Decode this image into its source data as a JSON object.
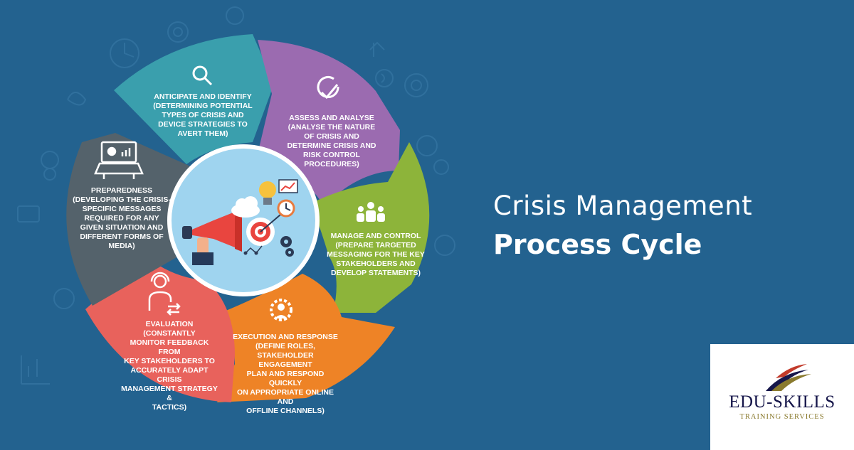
{
  "colors": {
    "background": "#23628f",
    "anticipate": "#3a9fad",
    "assess": "#9b6bb0",
    "manage": "#8db43a",
    "execution": "#ee8326",
    "evaluation": "#e8625c",
    "preparedness": "#54626b",
    "center": "#9fd4ef"
  },
  "title": {
    "line1": "Crisis Management",
    "line2": "Process Cycle"
  },
  "segments": [
    {
      "id": "anticipate",
      "icon": "magnifier-icon",
      "text": "ANTICIPATE AND IDENTIFY\n(DETERMINING POTENTIAL\nTYPES OF CRISIS AND\nDEVICE STRATEGIES TO\nAVERT THEM)"
    },
    {
      "id": "assess",
      "icon": "checkmark-cycle-icon",
      "text": "ASSESS AND ANALYSE\n(ANALYSE THE NATURE\nOF CRISIS AND\nDETERMINE CRISIS AND\nRISK CONTROL\nPROCEDURES)"
    },
    {
      "id": "manage",
      "icon": "team-icon",
      "text": "MANAGE AND CONTROL\n(PREPARE TARGETED\nMESSAGING FOR THE KEY\nSTAKEHOLDERS AND\nDEVELOP STATEMENTS)"
    },
    {
      "id": "execution",
      "icon": "gear-person-icon",
      "text": "EXECUTION AND RESPONSE\n(DEFINE ROLES,\nSTAKEHOLDER ENGAGEMENT\nPLAN AND RESPOND QUICKLY\nON APPROPRIATE ONLINE AND\nOFFLINE CHANNELS)"
    },
    {
      "id": "evaluation",
      "icon": "headset-person-icon",
      "text": "EVALUATION (CONSTANTLY\nMONITOR FEEDBACK FROM\nKEY STAKEHOLDERS TO\nACCURATELY ADAPT CRISIS\nMANAGEMENT STRATEGY &\nTACTICS)"
    },
    {
      "id": "preparedness",
      "icon": "laptop-chart-icon",
      "text": "PREPAREDNESS\n(DEVELOPING THE CRISIS-\nSPECIFIC MESSAGES\nREQUIRED FOR ANY\nGIVEN SITUATION AND\nDIFFERENT FORMS OF\nMEDIA)"
    }
  ],
  "center_icons": [
    "megaphone-icon",
    "target-icon",
    "lightbulb-icon",
    "cloud-icon",
    "clock-icon",
    "gears-icon",
    "chart-icon"
  ],
  "logo": {
    "main": "EDU-SKILLS",
    "sub": "TRAINING SERVICES"
  }
}
